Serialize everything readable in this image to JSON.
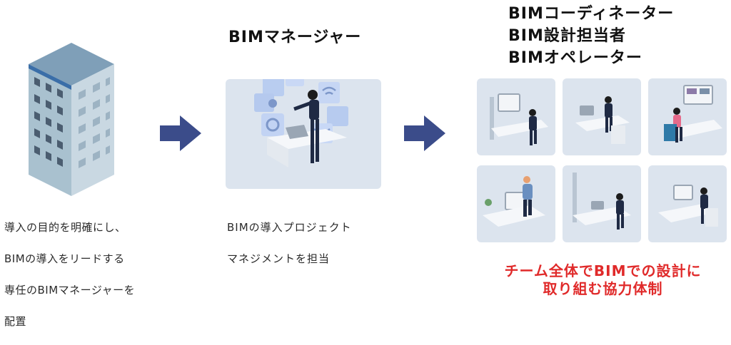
{
  "step1": {
    "caption_lines": [
      "導入の目的を明確にし、",
      "BIMの導入をリードする",
      "専任のBIMマネージャーを",
      "配置"
    ]
  },
  "step2": {
    "title": "BIMマネージャー",
    "caption_lines": [
      "BIMの導入プロジェクト",
      "マネジメントを担当"
    ]
  },
  "step3": {
    "titles": [
      "BIMコーディネーター",
      "BIM設計担当者",
      "BIMオペレーター"
    ],
    "highlight_lines": [
      "チーム全体でBIMでの設計に",
      "取り組む協力体制"
    ]
  },
  "colors": {
    "arrow": "#3b4c8a",
    "highlight": "#e02a2a",
    "panel_bg": "#dce4ee",
    "building_front": "#a9c1cf",
    "building_side": "#c9d8e2",
    "building_top": "#7f9fb8",
    "window": "#4b5d70",
    "building_accent": "#3a6ea8",
    "suit": "#1f2a44"
  },
  "icons": [
    "building-illustration",
    "arrow-right-icon",
    "manager-illustration",
    "workstation-illustration"
  ]
}
